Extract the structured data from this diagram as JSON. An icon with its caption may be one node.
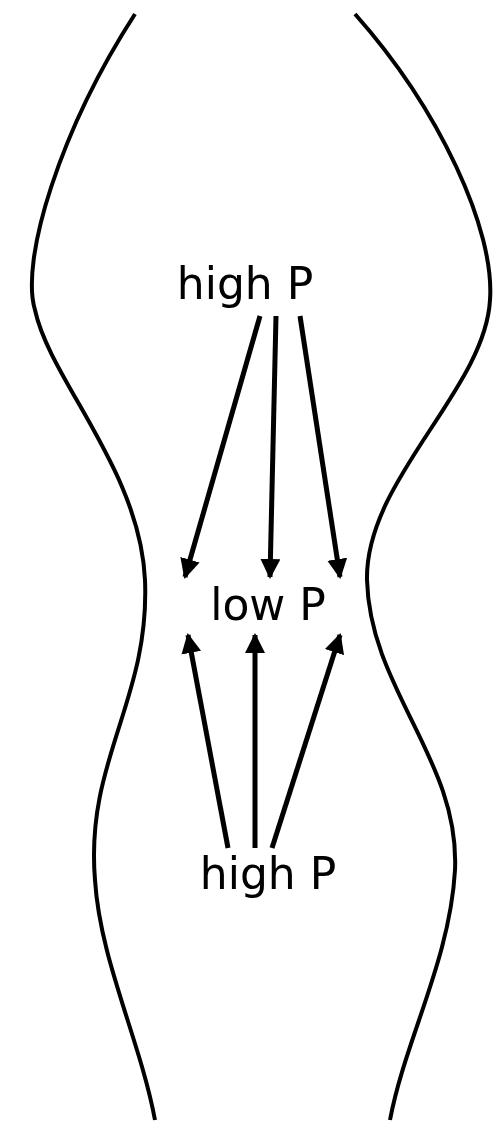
{
  "diagram": {
    "nodes": [
      {
        "text": [
          "high P"
        ]
      },
      {
        "text": [
          "low P"
        ]
      },
      {
        "text": [
          "high P"
        ]
      }
    ],
    "edges": [
      {
        "from": 0,
        "to": 1,
        "arrow": "to"
      },
      {
        "from": 0,
        "to": 1,
        "arrow": "to"
      },
      {
        "from": 0,
        "to": 1,
        "arrow": "to"
      },
      {
        "from": 2,
        "to": 1,
        "arrow": "to"
      },
      {
        "from": 2,
        "to": 1,
        "arrow": "to"
      },
      {
        "from": 2,
        "to": 1,
        "arrow": "to"
      }
    ]
  }
}
